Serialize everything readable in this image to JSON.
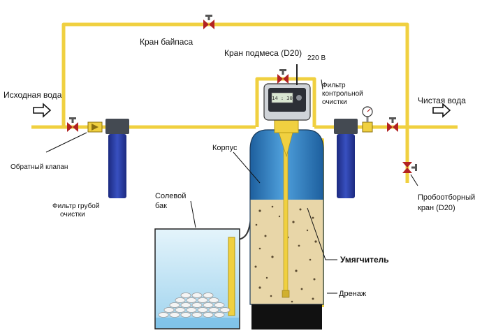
{
  "labels": {
    "source_water": "Исходная вода",
    "clean_water": "Чистая вода",
    "bypass_valve": "Кран байпаса",
    "mix_valve": "Кран подмеса (D20)",
    "voltage": "220 В",
    "fine_filter_line1": "Фильтр",
    "fine_filter_line2": "контрольной",
    "fine_filter_line3": "очистки",
    "check_valve": "Обратный клапан",
    "coarse_filter_line1": "Фильтр грубой",
    "coarse_filter_line2": "очистки",
    "housing": "Корпус",
    "salt_tank_line1": "Солевой",
    "salt_tank_line2": "бак",
    "softener": "Умягчитель",
    "drain": "Дренаж",
    "sample_valve_line1": "Пробоотборный",
    "sample_valve_line2": "кран (D20)"
  },
  "controller_display": "14 : 30",
  "colors": {
    "pipe": "#f0d040",
    "filter_body": "#2a3c9c",
    "filter_cap": "#444a52",
    "tank_water": "#3d86c8",
    "tank_media": "#e8d6a8",
    "brine": "#bfe3f5",
    "valve_red": "#b22222"
  },
  "icons": [
    "arrow-right-icon",
    "valve-icon",
    "pressure-gauge-icon",
    "salt-pellets-icon"
  ]
}
